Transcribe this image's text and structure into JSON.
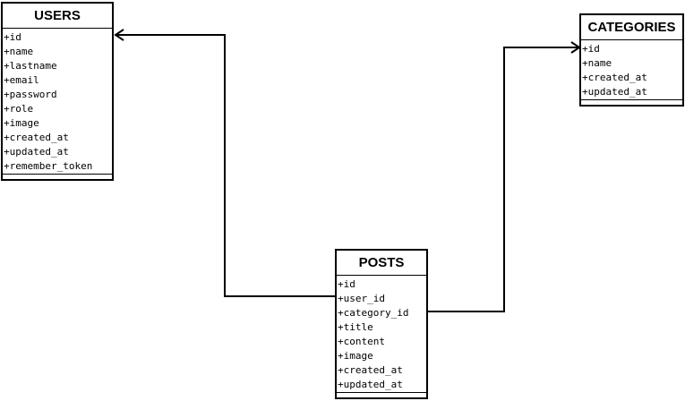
{
  "entities": {
    "users": {
      "title": "USERS",
      "attributes": [
        "+id",
        "+name",
        "+lastname",
        "+email",
        "+password",
        "+role",
        "+image",
        "+created_at",
        "+updated_at",
        "+remember_token"
      ]
    },
    "categories": {
      "title": "CATEGORIES",
      "attributes": [
        "+id",
        "+name",
        "+created_at",
        "+updated_at"
      ]
    },
    "posts": {
      "title": "POSTS",
      "attributes": [
        "+id",
        "+user_id",
        "+category_id",
        "+title",
        "+content",
        "+image",
        "+created_at",
        "+updated_at"
      ]
    }
  },
  "relationships": [
    {
      "from": "posts.user_id",
      "to": "users.id"
    },
    {
      "from": "posts.category_id",
      "to": "categories.id"
    }
  ]
}
